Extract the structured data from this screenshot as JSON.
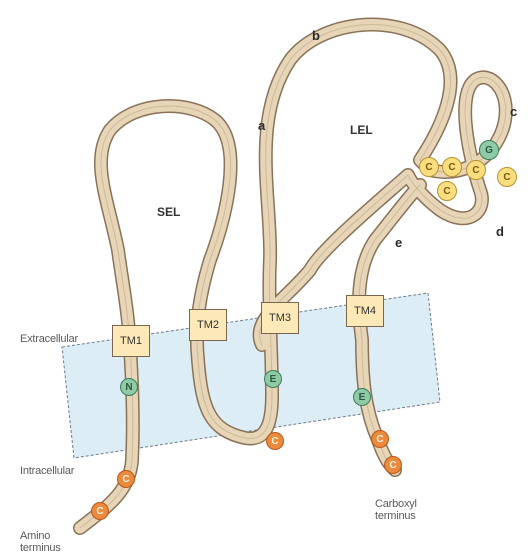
{
  "regions": {
    "extracellular": "Extracellular",
    "intracellular": "Intracellular",
    "amino_terminus": "Amino\nterminus",
    "carboxyl_terminus": "Carboxyl\nterminus"
  },
  "loops": {
    "sel": "SEL",
    "lel": "LEL"
  },
  "segments": {
    "a": "a",
    "b": "b",
    "c": "c",
    "d": "d",
    "e": "e"
  },
  "transmembrane": [
    "TM1",
    "TM2",
    "TM3",
    "TM4"
  ],
  "residues": {
    "cys": "C",
    "gly": "G",
    "asn": "N",
    "glu": "E"
  },
  "colors": {
    "ribbon_fill": "#e7d5b8",
    "ribbon_edge": "#8a7258",
    "membrane": "#dcedf6",
    "tm_box": "#fde9b8",
    "cys_intracellular": "#e98a3c",
    "cys_lel": "#f9de7f",
    "polar_residue": "#8fcaa6"
  }
}
